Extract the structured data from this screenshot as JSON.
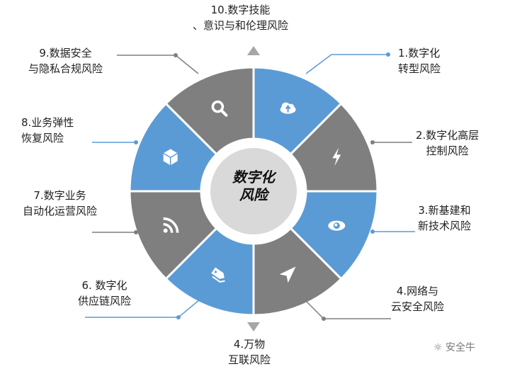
{
  "center": {
    "line1": "数字化",
    "line2": "风险"
  },
  "colors": {
    "blue": "#5b9bd5",
    "gray": "#7f7f7f",
    "center": "#d9d9d9",
    "line_blue": "#5b9bd5",
    "line_gray": "#7f7f7f"
  },
  "segments": [
    {
      "icon": "cloud-upload-icon",
      "color": "#5b9bd5"
    },
    {
      "icon": "lightning-icon",
      "color": "#7f7f7f"
    },
    {
      "icon": "eye-icon",
      "color": "#5b9bd5"
    },
    {
      "icon": "paper-plane-icon",
      "color": "#7f7f7f"
    },
    {
      "icon": "tag-icon",
      "color": "#5b9bd5"
    },
    {
      "icon": "rss-icon",
      "color": "#7f7f7f"
    },
    {
      "icon": "cube-icon",
      "color": "#5b9bd5"
    },
    {
      "icon": "search-icon",
      "color": "#7f7f7f"
    }
  ],
  "labels": [
    {
      "l1": "1.数字化",
      "l2": "转型风险"
    },
    {
      "l1": "2.数字化高层",
      "l2": "控制风险"
    },
    {
      "l1": "3.新基建和",
      "l2": "新技术风险"
    },
    {
      "l1": "4.网络与",
      "l2": "云安全风险"
    },
    {
      "l1": "4.万物",
      "l2": "互联风险"
    },
    {
      "l1": "6. 数字化",
      "l2": "供应链风险"
    },
    {
      "l1": "7.数字业务",
      "l2": "自动化运营风险"
    },
    {
      "l1": "8.业务弹性",
      "l2": "恢复风险"
    },
    {
      "l1": "9.数据安全",
      "l2": "与隐私合规风险"
    },
    {
      "l1": "10.数字技能",
      "l2": "、意识与和伦理风险"
    }
  ],
  "watermark": "安全牛"
}
